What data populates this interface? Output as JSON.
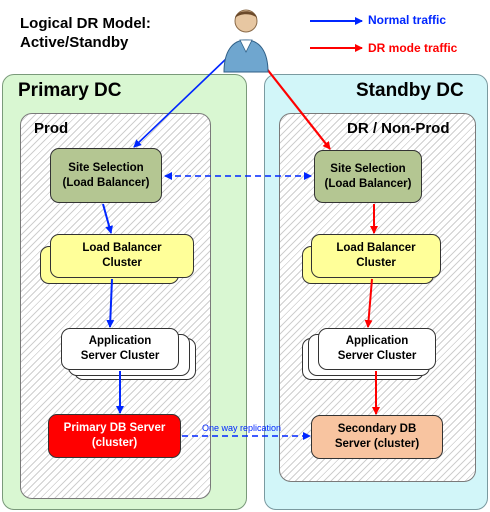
{
  "title": {
    "line1": "Logical DR Model:",
    "line2": "Active/Standby"
  },
  "legend": {
    "normal": {
      "label": "Normal traffic",
      "color": "#0026ff"
    },
    "dr": {
      "label": "DR mode traffic",
      "color": "#ff0000"
    }
  },
  "primary_dc": {
    "title": "Primary DC",
    "env_title": "Prod",
    "site_selection": {
      "line1": "Site Selection",
      "line2": "(Load Balancer)"
    },
    "lb_cluster": {
      "line1": "Load Balancer",
      "line2": "Cluster"
    },
    "app_cluster": {
      "line1": "Application",
      "line2": "Server Cluster"
    },
    "db": {
      "line1": "Primary DB Server",
      "line2": "(cluster)"
    }
  },
  "standby_dc": {
    "title": "Standby DC",
    "env_title": "DR / Non-Prod",
    "site_selection": {
      "line1": "Site Selection",
      "line2": "(Load Balancer)"
    },
    "lb_cluster": {
      "line1": "Load Balancer",
      "line2": "Cluster"
    },
    "app_cluster": {
      "line1": "Application",
      "line2": "Server Cluster"
    },
    "db": {
      "line1": "Secondary DB",
      "line2": "Server (cluster)"
    }
  },
  "replication_label": "One way replication",
  "colors": {
    "primary_dc_bg": "#d9f7d2",
    "standby_dc_bg": "#d2f6f9",
    "site_selection": "#b4c692",
    "lb_cluster": "#ffff99",
    "app_cluster": "#ffffff",
    "primary_db": "#ff0000",
    "secondary_db": "#f8c4a0"
  }
}
